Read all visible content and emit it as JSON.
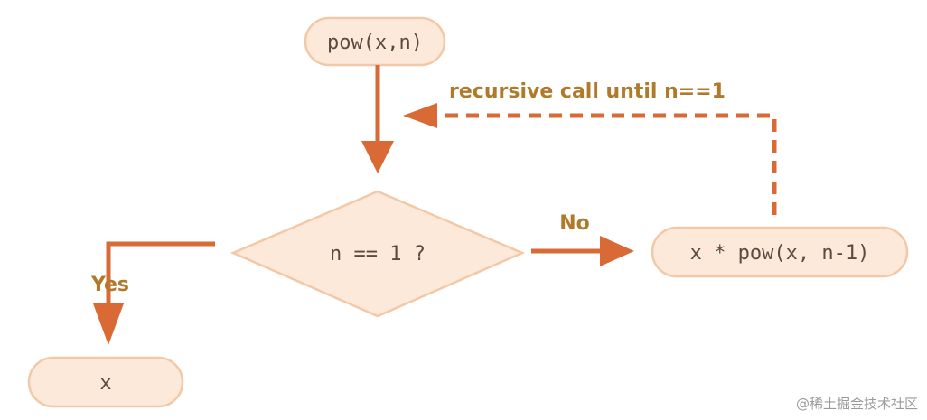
{
  "nodes": {
    "start": "pow(x,n)",
    "condition": "n == 1 ?",
    "recursive_step": "x * pow(x, n-1)",
    "result": "x"
  },
  "edges": {
    "loop_label": "recursive call until n==1",
    "no_label": "No",
    "yes_label": "Yes"
  },
  "watermark": "@稀土掘金技术社区",
  "colors": {
    "node_fill": "#fde9da",
    "node_stroke": "#f3c8a6",
    "edge": "#d96a36",
    "label": "#b07a2b",
    "node_text": "#5b4a3f"
  }
}
